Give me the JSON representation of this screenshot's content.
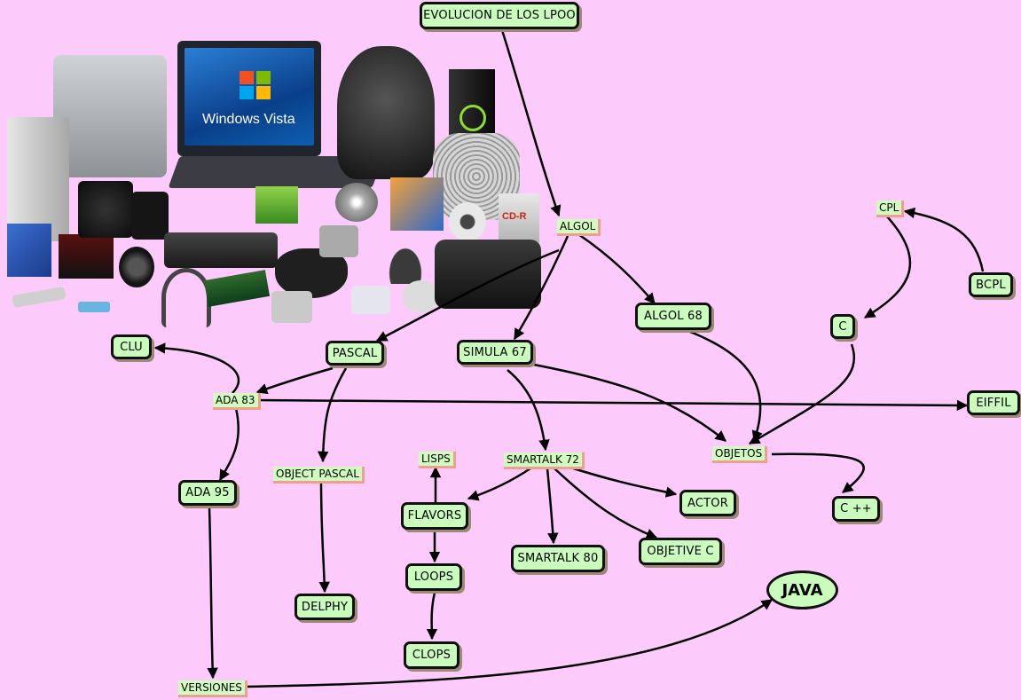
{
  "background_color": "#fccbfb",
  "node_fill": "#c9fcbd",
  "edge_color": "#000000",
  "collage": {
    "monitor_text": "Windows Vista",
    "cdr_text": "CD-R"
  },
  "nodes": {
    "evolucion": "EVOLUCION DE LOS LPOO",
    "algol": "ALGOL",
    "cpl": "CPL",
    "bcpl": "BCPL",
    "algol68": "ALGOL 68",
    "c": "C",
    "clu": "CLU",
    "pascal": "PASCAL",
    "simula67": "SIMULA 67",
    "ada83": "ADA 83",
    "eiffil": "EIFFIL",
    "objetos": "OBJETOS",
    "object_pascal": "OBJECT PASCAL",
    "lisps": "LISPS",
    "smartalk72": "SMARTALK 72",
    "ada95": "ADA 95",
    "flavors": "FLAVORS",
    "actor": "ACTOR",
    "cpp": "C ++",
    "smartalk80": "SMARTALK 80",
    "objetive_c": "OBJETIVE C",
    "loops": "LOOPS",
    "java": "JAVA",
    "delphy": "DELPHY",
    "clops": "CLOPS",
    "versiones": "VERSIONES"
  }
}
